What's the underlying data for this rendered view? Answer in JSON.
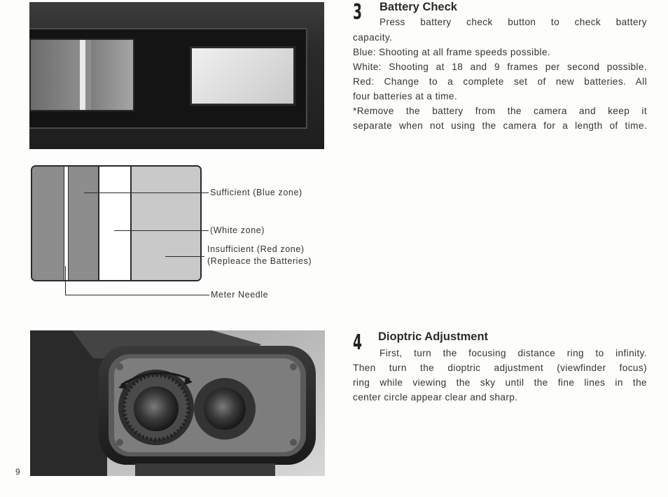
{
  "page": {
    "number": "9"
  },
  "photo_top": {
    "alt": "Battery check window photo"
  },
  "diagram": {
    "labels": {
      "sufficient": "Sufficient (Blue zone)",
      "white": "(White zone)",
      "insufficient_line1": "Insufficient (Red zone)",
      "insufficient_line2": "(Repleace the Batteries)",
      "needle": "Meter Needle"
    },
    "colors": {
      "blue_zone": "#8d8d8d",
      "white_zone": "#ffffff",
      "red_zone": "#c9c9c9"
    }
  },
  "section3": {
    "number": "3",
    "title": "Battery Check",
    "lines": [
      "Press battery check button to check battery",
      "capacity.",
      "Blue: Shooting at all frame speeds possible.",
      "White: Shooting at 18 and 9 frames per second possible.",
      "Red: Change to a complete set of new batteries. All",
      "four batteries at a time.",
      "*Remove the battery from the camera and keep it",
      "separate when not using the camera for a length of time."
    ]
  },
  "section4": {
    "number": "4",
    "title": "Dioptric Adjustment",
    "lines": [
      "First, turn the focusing distance ring to infinity.",
      "Then turn the dioptric adjustment (viewfinder focus)",
      "ring while viewing the sky until the fine lines in the",
      "center circle appear clear and sharp."
    ]
  }
}
